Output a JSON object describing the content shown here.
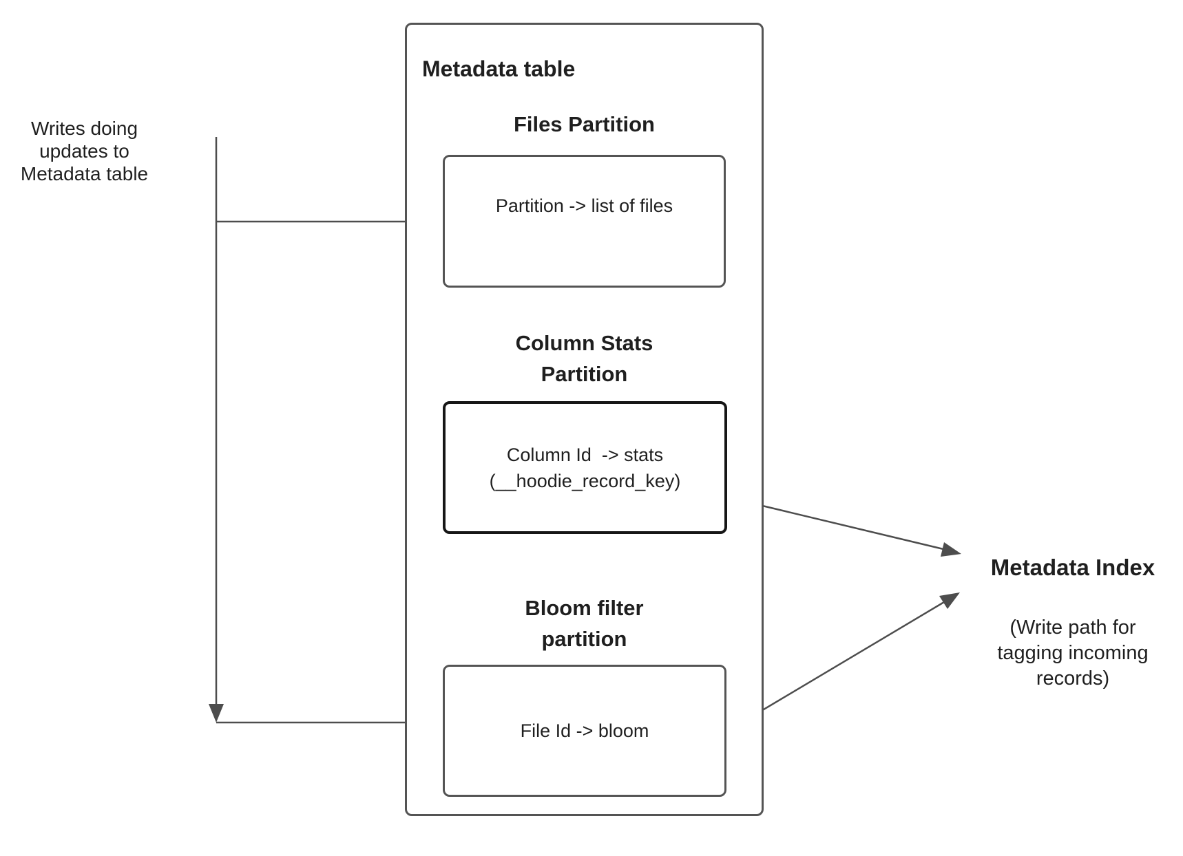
{
  "left_note": "Writes doing\nupdates to\nMetadata table",
  "metadata_table": {
    "title": "Metadata table",
    "sections": [
      {
        "heading": "Files Partition",
        "content": "Partition -> list of files"
      },
      {
        "heading": "Column Stats\nPartition",
        "content": "Column Id  -> stats\n(__hoodie_record_key)"
      },
      {
        "heading": "Bloom filter\npartition",
        "content": "File Id -> bloom"
      }
    ]
  },
  "metadata_index": {
    "title": "Metadata Index",
    "subtitle": "(Write path for\ntagging incoming\nrecords)"
  },
  "connectors": {
    "writes_arrow": "writes-to-metadata-table-arrow",
    "files_branch": "branch-to-files-partition",
    "bloom_branch": "branch-to-bloom-partition",
    "stats_to_index": "column-stats-to-metadata-index-arrow",
    "bloom_to_index": "bloom-to-metadata-index-arrow"
  },
  "colors": {
    "border": "#545454",
    "emphasis_border": "#161616",
    "line": "#4d4d4d",
    "text": "#1f1f1f",
    "bg": "#ffffff"
  }
}
